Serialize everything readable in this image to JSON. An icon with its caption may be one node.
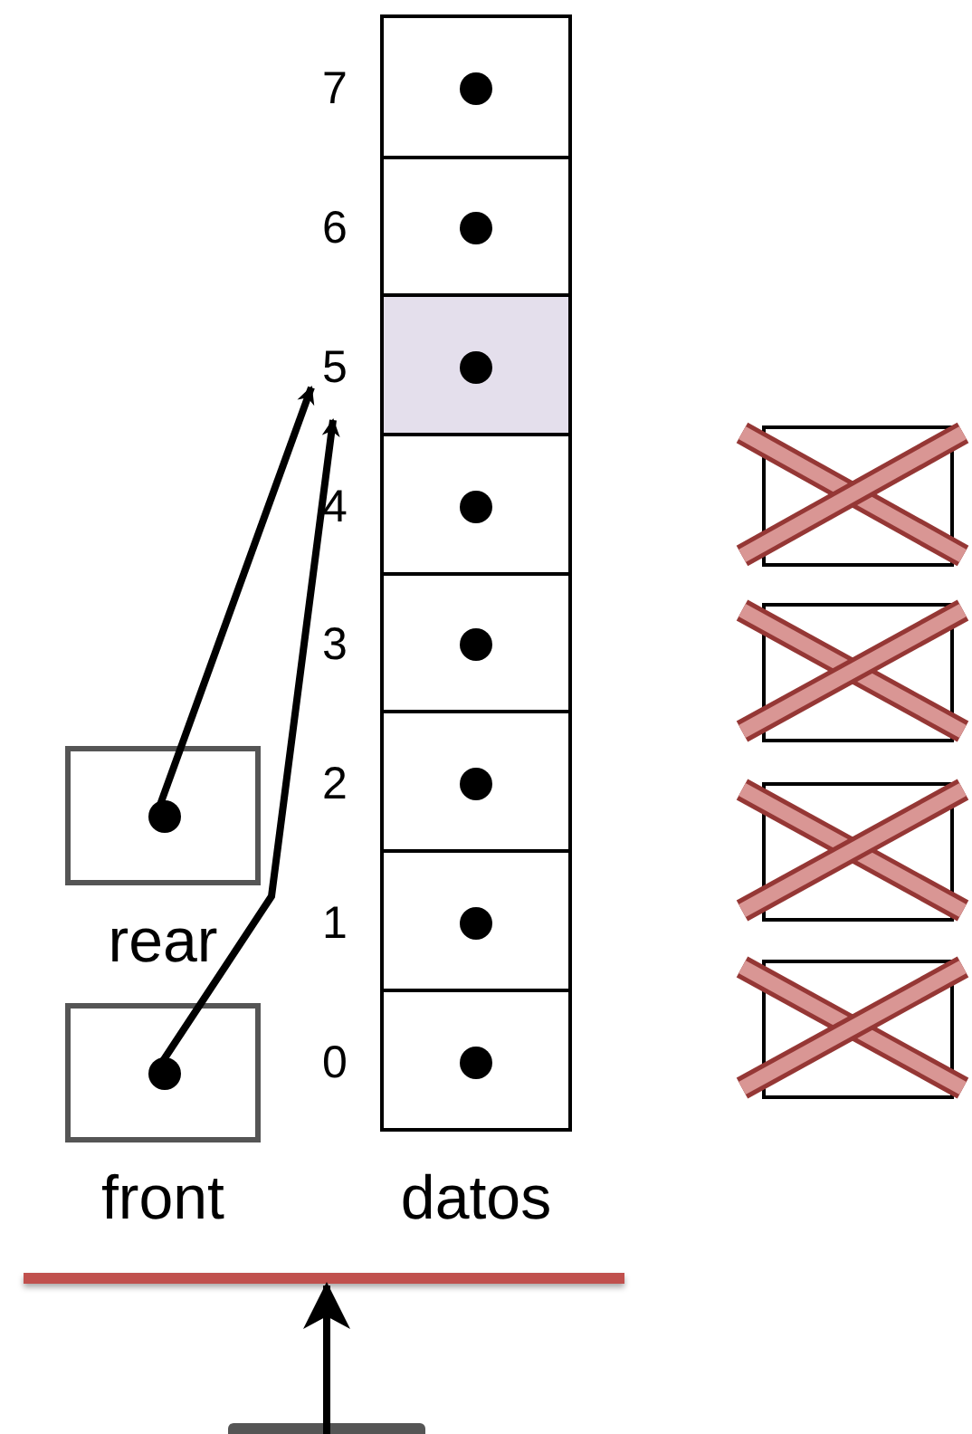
{
  "diagram": {
    "nodes": [
      {
        "text": [
          "rear"
        ]
      },
      {
        "text": [
          "front"
        ]
      },
      {
        "text": [
          "datos"
        ]
      },
      {
        "text": [],
        "shape": "box",
        "in": 2,
        "beside": [
          "7"
        ]
      },
      {
        "text": [],
        "shape": "box",
        "in": 2,
        "beside": [
          "6"
        ]
      },
      {
        "text": [],
        "shape": "box",
        "in": 2,
        "beside": [
          "5"
        ]
      },
      {
        "text": [],
        "shape": "box",
        "in": 2,
        "beside": [
          "4"
        ]
      },
      {
        "text": [],
        "shape": "box",
        "in": 2,
        "beside": [
          "3"
        ]
      },
      {
        "text": [],
        "shape": "box",
        "in": 2,
        "beside": [
          "2"
        ]
      },
      {
        "text": [],
        "shape": "box",
        "in": 2,
        "beside": [
          "1"
        ]
      },
      {
        "text": [],
        "shape": "box",
        "in": 2,
        "beside": [
          "0"
        ]
      },
      {
        "text": [],
        "shape": "box"
      },
      {
        "text": [],
        "shape": "box"
      },
      {
        "text": [],
        "shape": "box"
      },
      {
        "text": [],
        "shape": "box"
      },
      {
        "text": [],
        "shape": "bar"
      },
      {
        "text": [],
        "shape": "box"
      }
    ],
    "edges": [
      {
        "from": 0,
        "to": 5,
        "arrow": "to"
      },
      {
        "from": 1,
        "to": 5,
        "arrow": "to"
      },
      {
        "from": 16,
        "to": 15,
        "arrow": "to"
      }
    ]
  }
}
